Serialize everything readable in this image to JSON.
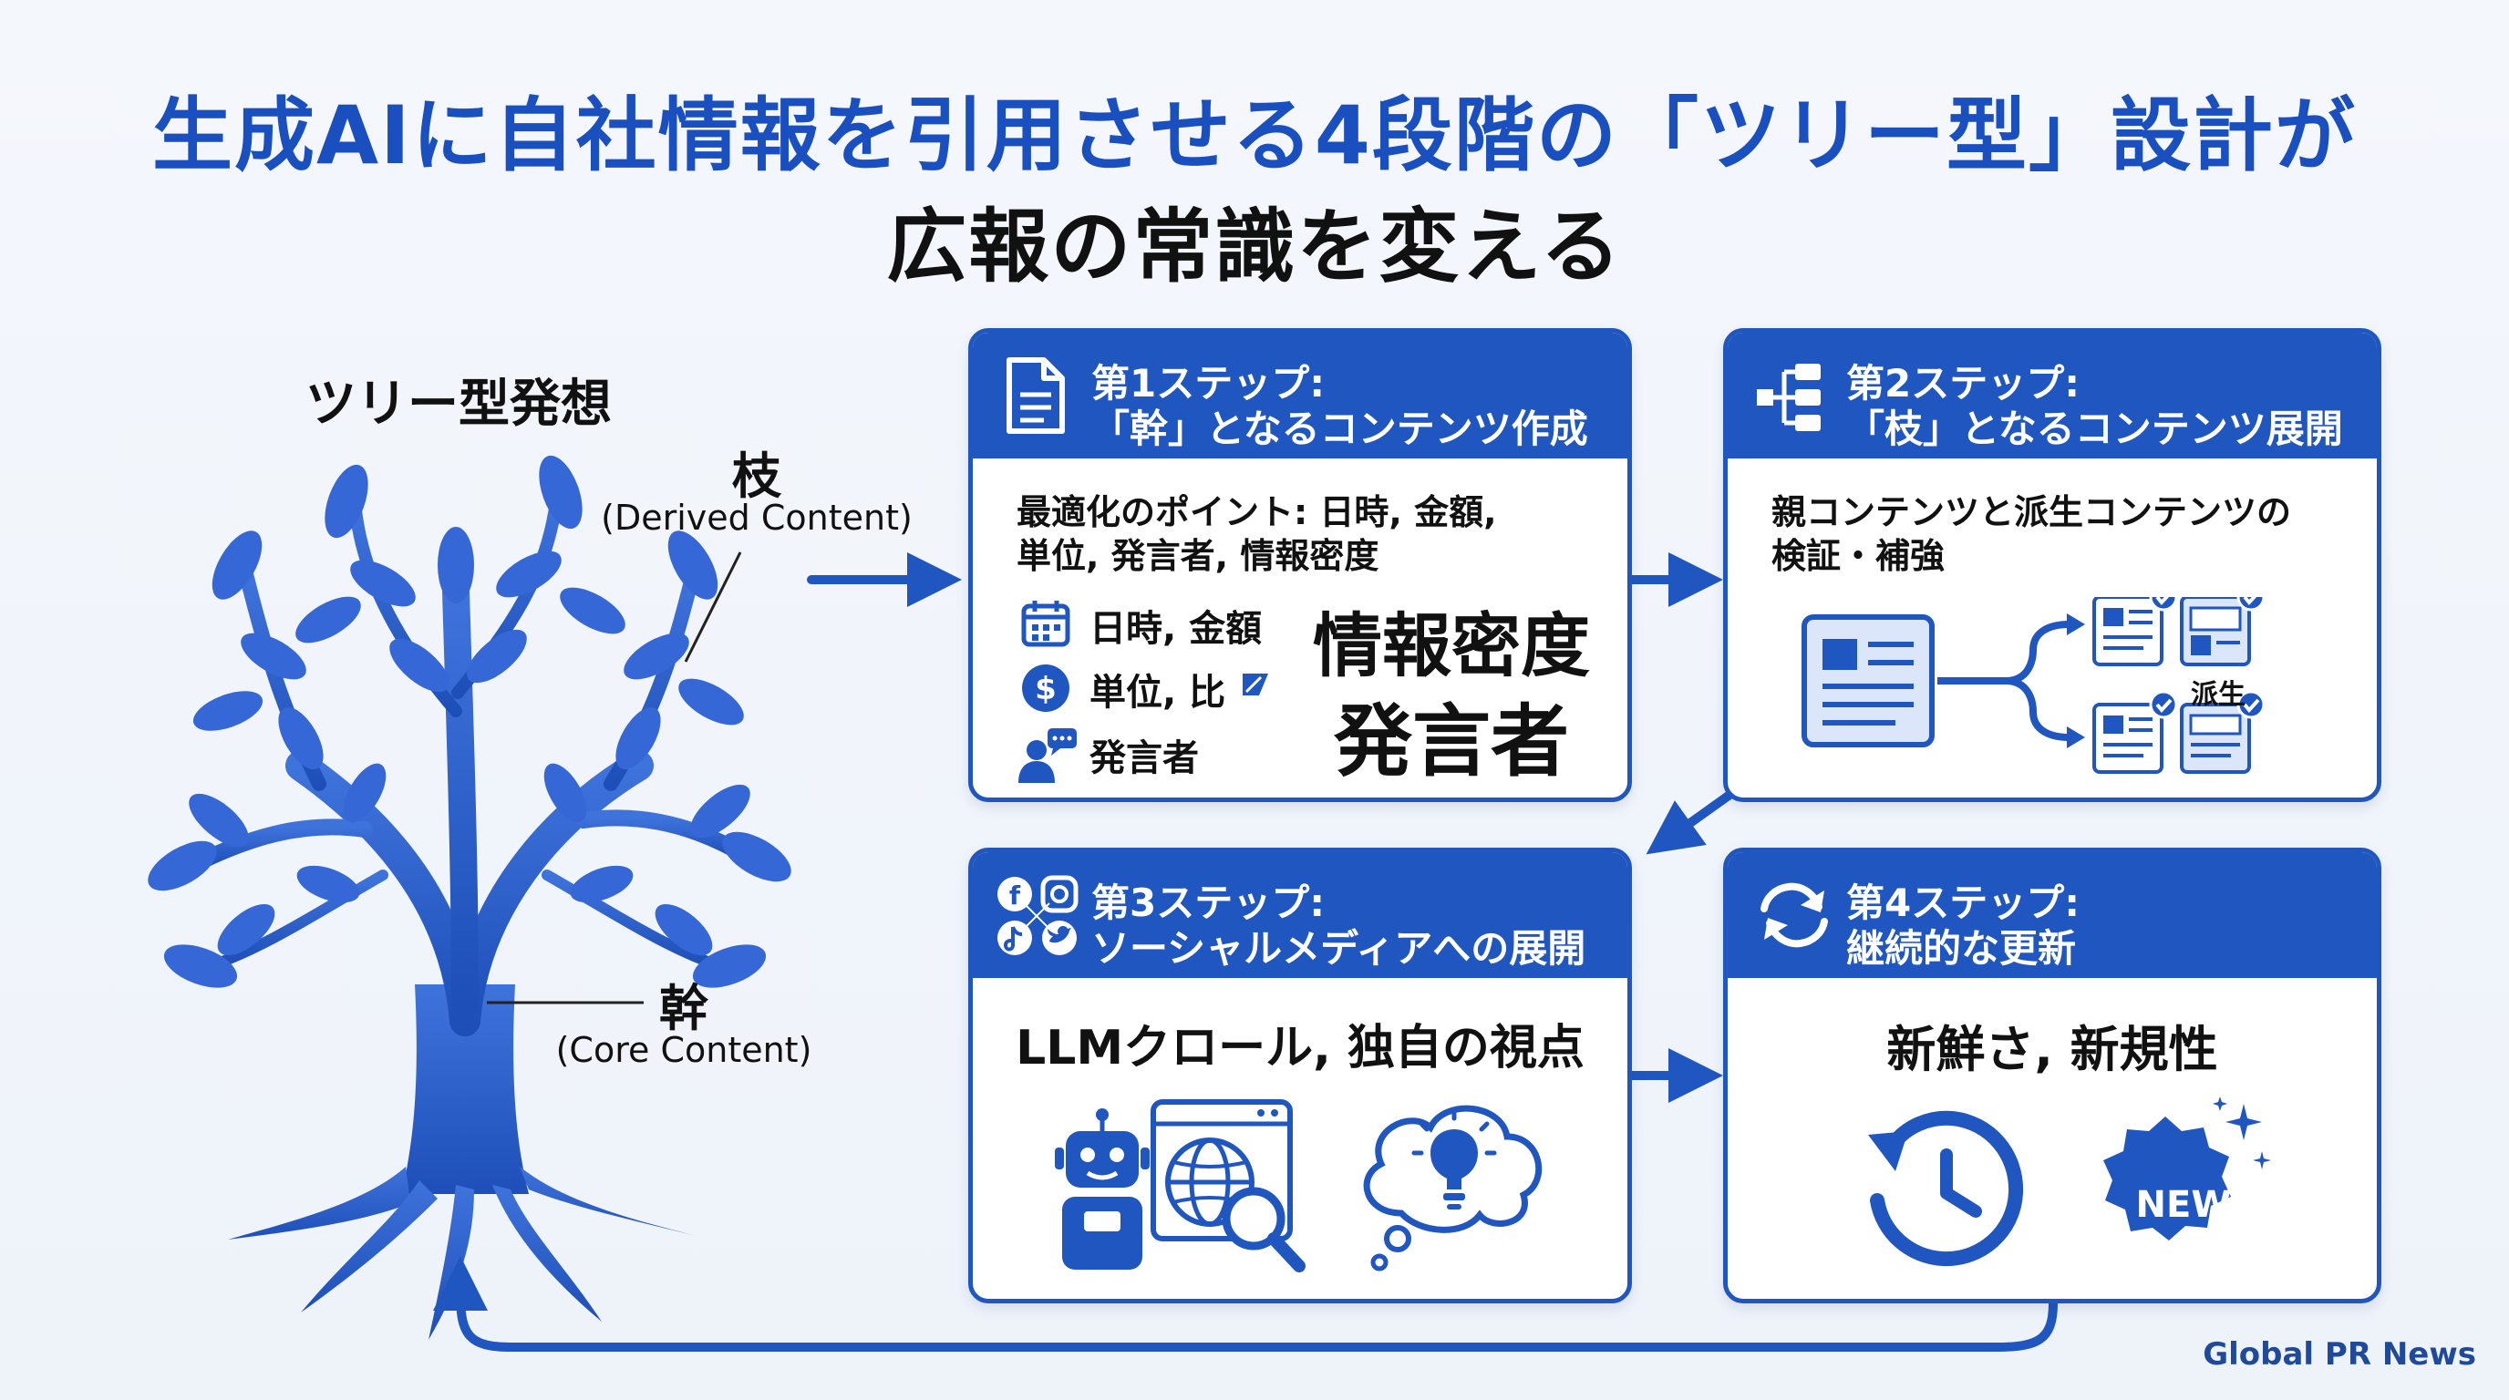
{
  "title": {
    "line1": "生成AIに自社情報を引用させる4段階の「ツリー型」設計が",
    "line2": "広報の常識を変える"
  },
  "tree": {
    "heading": "ツリー型発想",
    "branch_label": "枝",
    "branch_sub": "(Derived Content)",
    "trunk_label": "幹",
    "trunk_sub": "(Core Content)"
  },
  "steps": [
    {
      "title_line1": "第1ステップ:",
      "title_line2": "「幹」となるコンテンツ作成",
      "body_line1": "最適化のポイント: 日時, 金額,",
      "body_line2": "単位, 発言者, 情報密度",
      "items": [
        "日時, 金額",
        "単位, 比",
        "発言者"
      ],
      "big_line1": "情報密度",
      "big_line2": "発言者",
      "icons": [
        "document-icon",
        "calendar-icon",
        "dollar-icon",
        "speaker-icon"
      ]
    },
    {
      "title_line1": "第2ステップ:",
      "title_line2": "「枝」となるコンテンツ展開",
      "body_line1": "親コンテンツと派生コンテンツの",
      "body_line2": "検証・補強",
      "derived_label": "派生",
      "icons": [
        "hierarchy-icon",
        "document-icon",
        "check-icon"
      ]
    },
    {
      "title_line1": "第3ステップ:",
      "title_line2": "ソーシャルメディアへの展開",
      "body_line1": "LLMクロール, 独自の視点",
      "icons": [
        "social-media-icon",
        "robot-icon",
        "globe-icon",
        "magnifier-icon",
        "lightbulb-thought-icon"
      ]
    },
    {
      "title_line1": "第4ステップ:",
      "title_line2": "継続的な更新",
      "body_line1": "新鮮さ, 新規性",
      "badge": "NEW",
      "icons": [
        "refresh-icon",
        "history-clock-icon",
        "new-badge-icon"
      ]
    }
  ],
  "colors": {
    "primary": "#1f56c0",
    "title_blue": "#1a4fc0",
    "tree": "#2f5fcf",
    "text": "#111111"
  },
  "brand": "Global PR News"
}
